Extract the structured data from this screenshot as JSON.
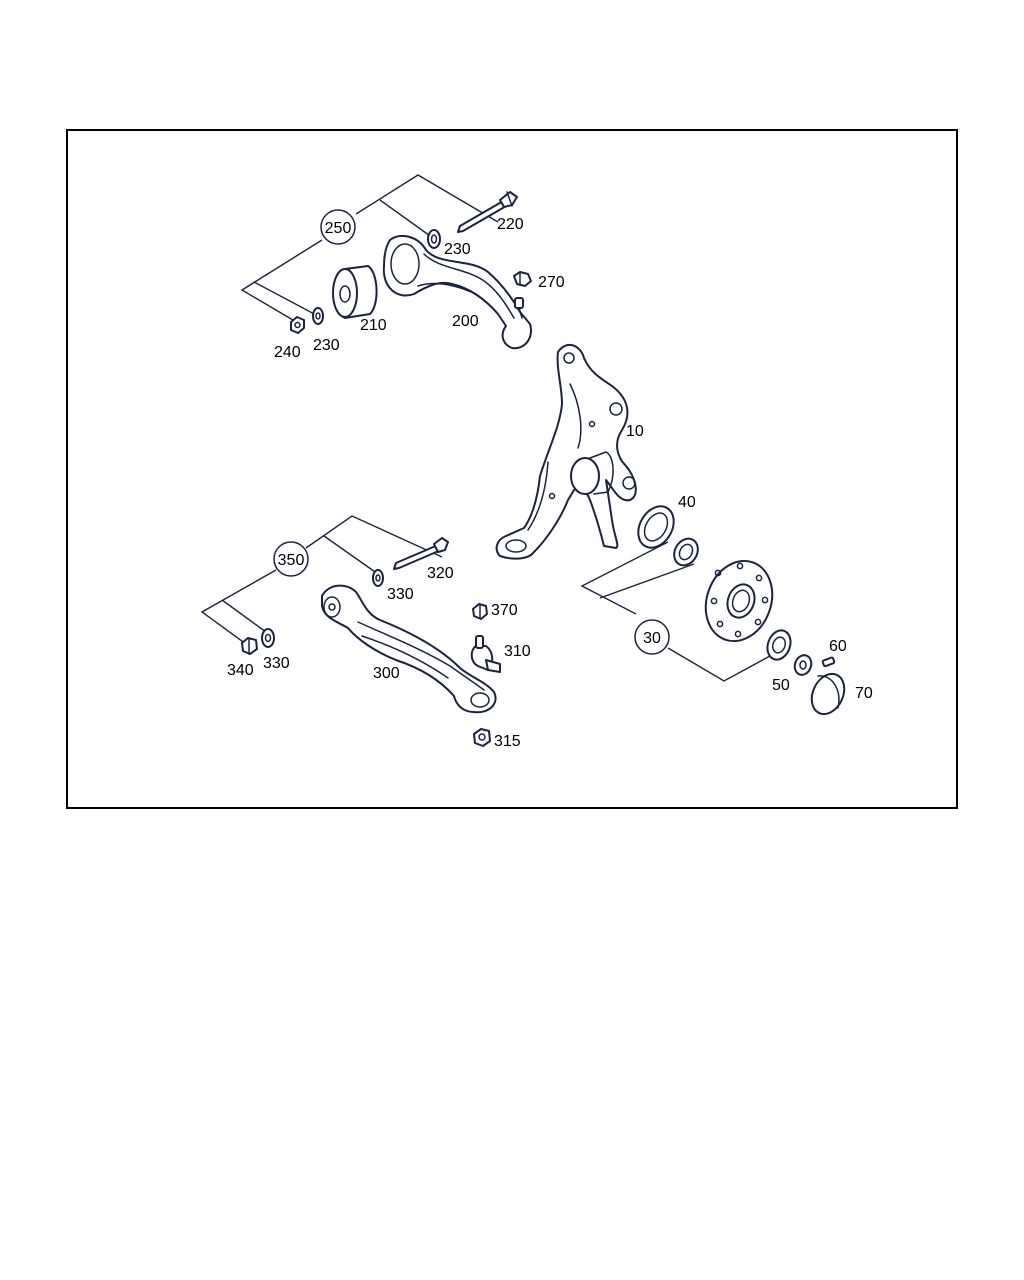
{
  "colors": {
    "line": "#1a2342",
    "text": "#000000",
    "background": "#ffffff"
  },
  "groups": {
    "upper_arm": "250",
    "lower_arm": "350",
    "hub": "30"
  },
  "labels": {
    "p10": "10",
    "p40": "40",
    "p50": "50",
    "p60": "60",
    "p70": "70",
    "p200": "200",
    "p210": "210",
    "p220": "220",
    "p230a": "230",
    "p230b": "230",
    "p240": "240",
    "p270": "270",
    "p300": "300",
    "p310": "310",
    "p315": "315",
    "p320": "320",
    "p330a": "330",
    "p330b": "330",
    "p340": "340",
    "p370": "370"
  }
}
